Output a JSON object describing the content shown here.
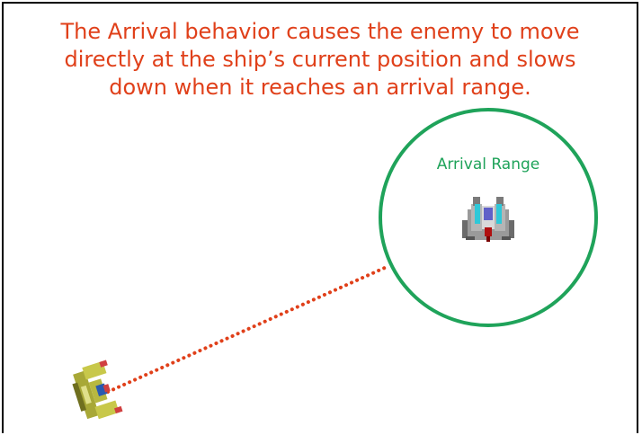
{
  "caption": {
    "line1": "The Arrival behavior causes the enemy to move",
    "line2": "directly at the ship’s current position and slows",
    "line3": "down when it reaches an arrival range."
  },
  "arrival_zone": {
    "label": "Arrival Range"
  },
  "colors": {
    "caption": "#e0401a",
    "range_circle": "#1fa35a",
    "path_dots": "#e0401a",
    "frame_border": "#000000"
  },
  "sprites": {
    "ship": "player-ship-sprite",
    "enemy": "enemy-ship-sprite"
  }
}
